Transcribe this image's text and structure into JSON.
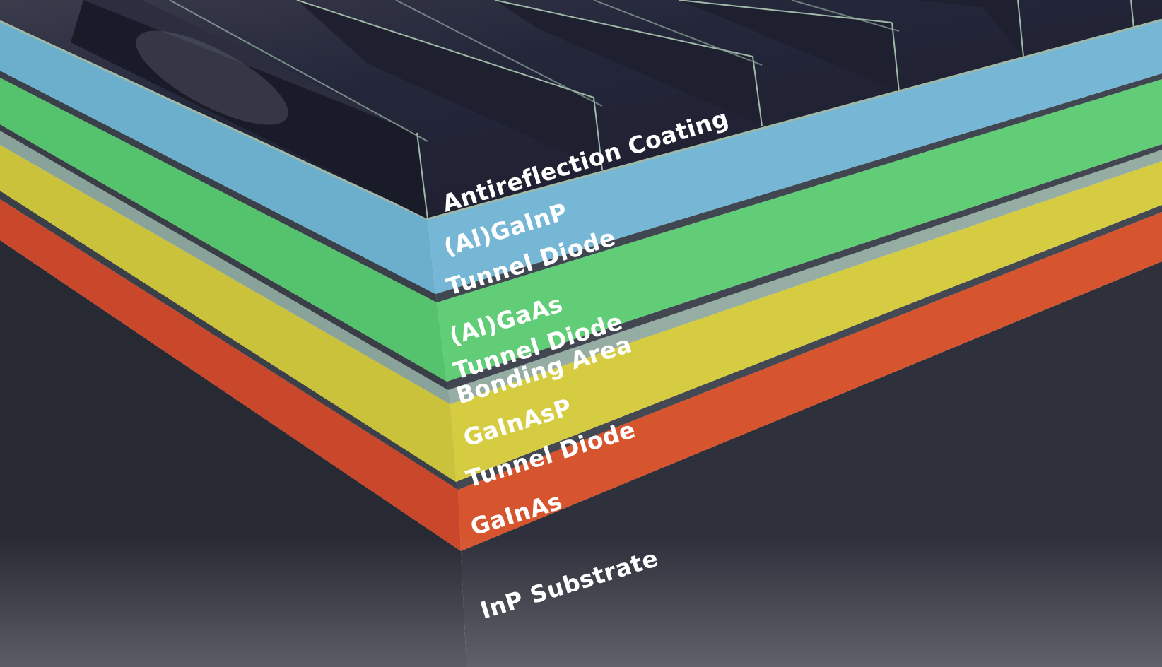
{
  "diagram": {
    "layers": [
      {
        "id": "antireflection",
        "label": "Antireflection Coating",
        "color": "#1e2030"
      },
      {
        "id": "algainp",
        "label": "(Al)GaInP",
        "color": "#71b4d2"
      },
      {
        "id": "tunnel-diode-1",
        "label": "Tunnel Diode",
        "color": "#3e4650"
      },
      {
        "id": "algaas",
        "label": "(Al)GaAs",
        "color": "#5dcb74"
      },
      {
        "id": "tunnel-diode-2",
        "label": "Tunnel Diode",
        "color": "#3e4650"
      },
      {
        "id": "bonding-area",
        "label": "Bonding Area",
        "color": "#8ea79e"
      },
      {
        "id": "gainasp",
        "label": "GaInAsP",
        "color": "#d1c93f"
      },
      {
        "id": "tunnel-diode-3",
        "label": "Tunnel Diode",
        "color": "#3e4650"
      },
      {
        "id": "gainas",
        "label": "GaInAs",
        "color": "#d4512d"
      },
      {
        "id": "inp-substrate",
        "label": "InP Substrate",
        "color": "#2b2d38"
      }
    ],
    "colors": {
      "top_surface": "#262838",
      "grid_finger": "#1a1b28",
      "finger_edge": "#9fb8a8",
      "background": "#ffffff",
      "shadow": "#cfcfd4"
    }
  }
}
